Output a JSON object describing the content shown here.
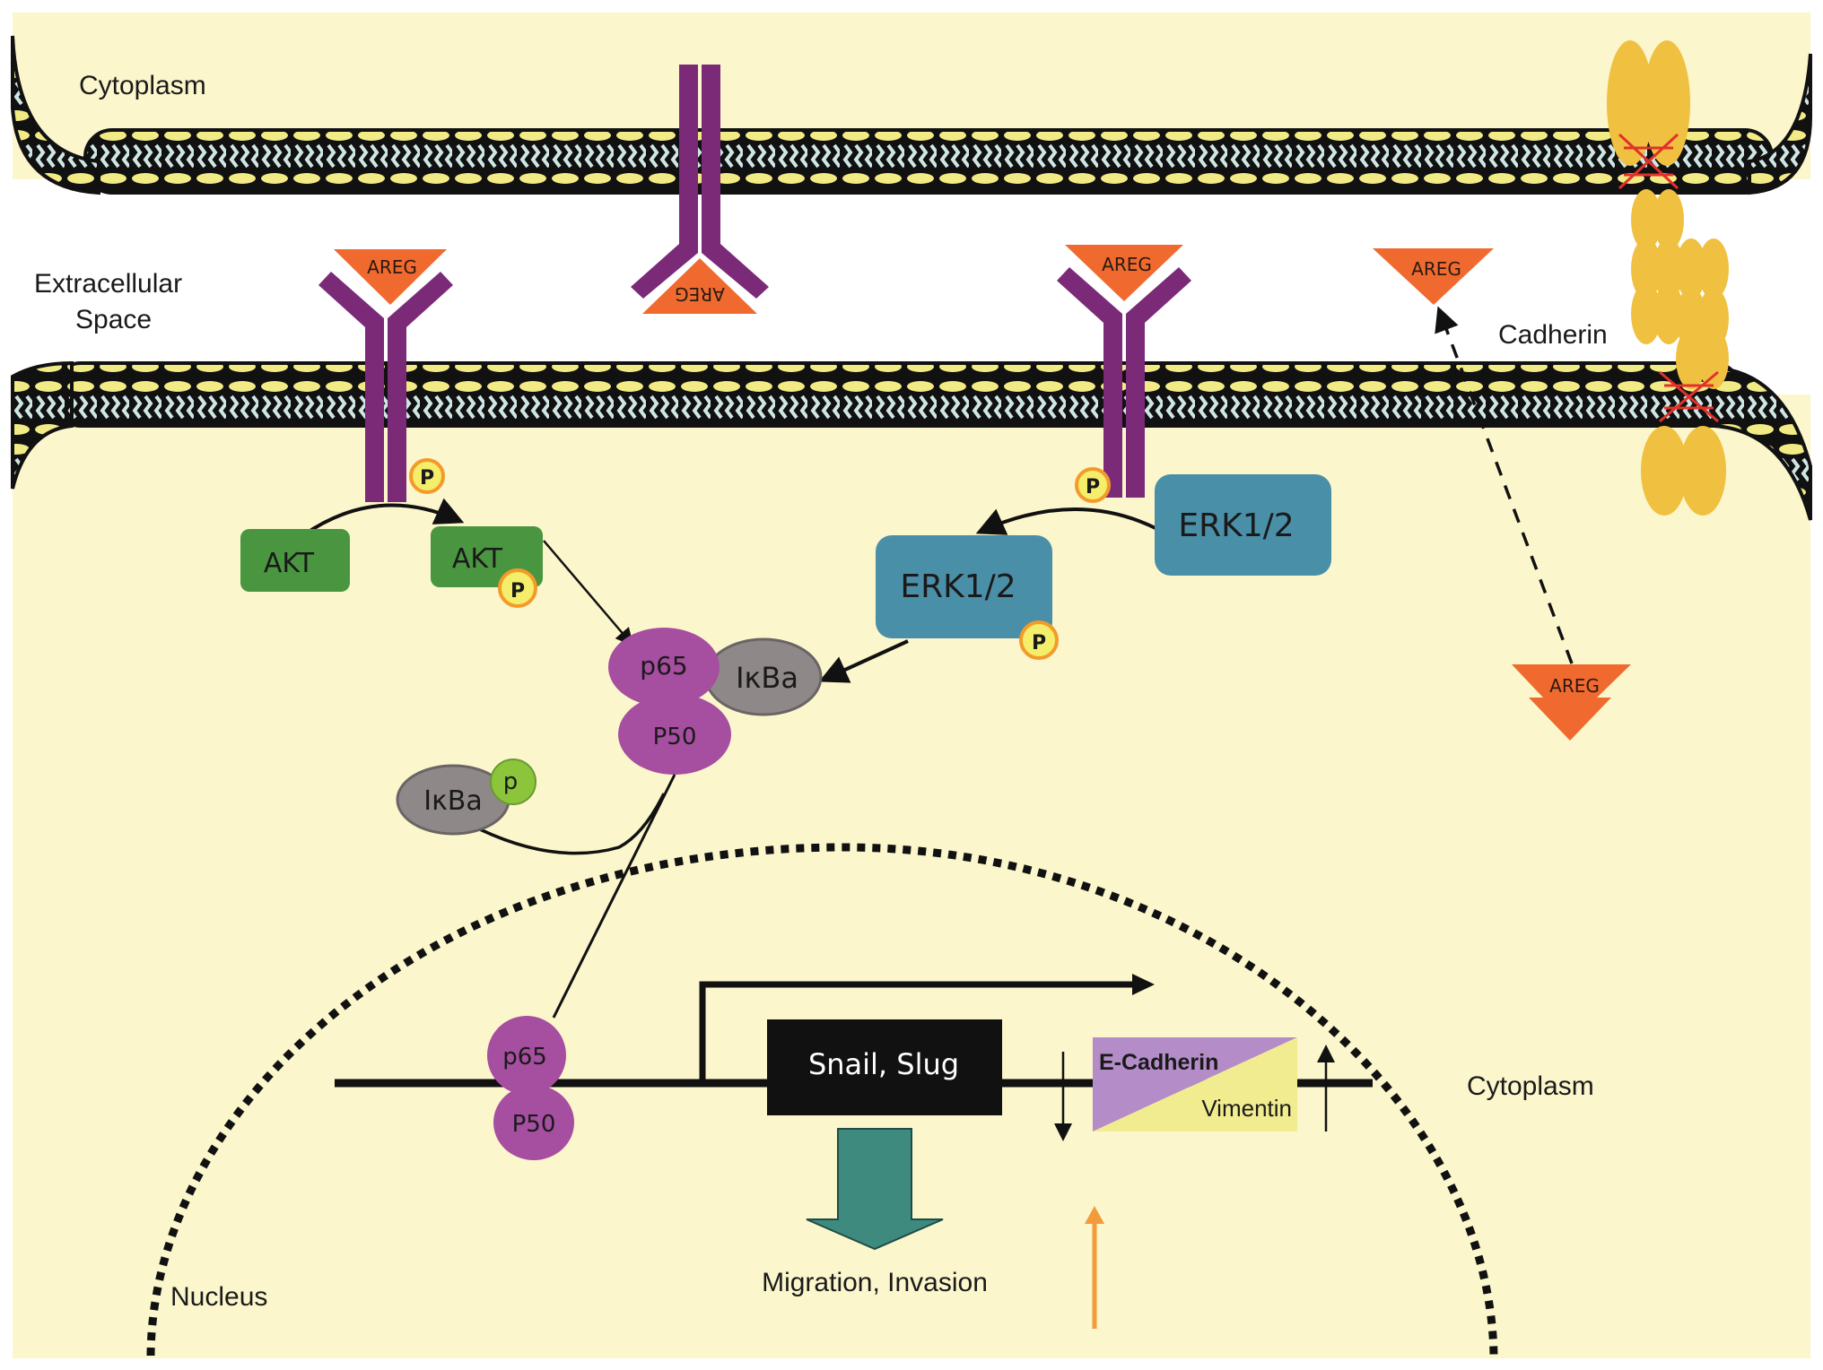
{
  "labels": {
    "cytoplasm_top": "Cytoplasm",
    "extracellular_line1": "Extracellular",
    "extracellular_line2": "Space",
    "cadherin": "Cadherin",
    "cytoplasm_right": "Cytoplasm",
    "nucleus": "Nucleus",
    "migration": "Migration, Invasion"
  },
  "ligand": {
    "name": "AREG"
  },
  "phospho": {
    "badge": "P",
    "ikba_badge": "p"
  },
  "kinases": {
    "akt": "AKT",
    "erk": "ERK1/2"
  },
  "nfkb": {
    "p65": "p65",
    "p50": "P50",
    "ikba": "IκBa"
  },
  "gene": {
    "target": "Snail, Slug",
    "marker_down": "E-Cadherin",
    "marker_up": "Vimentin"
  },
  "colors": {
    "cytoplasm_fill": "#fbf6cc",
    "receptor": "#7b2a78",
    "areg": "#f06a30",
    "akt": "#4a9640",
    "erk": "#4a8fa8",
    "nfkb": "#a64ea0",
    "ikba": "#8f8888",
    "phospho_ring": "#f39a2a",
    "phospho_fill": "#f4ee6a",
    "ikba_p": "#8cc43c",
    "cadherin": "#f0c040",
    "teal_arrow": "#3e8a7e",
    "orange_arrow": "#f39a3a",
    "ecad": "#b48cc8",
    "vim": "#f2ec90"
  }
}
